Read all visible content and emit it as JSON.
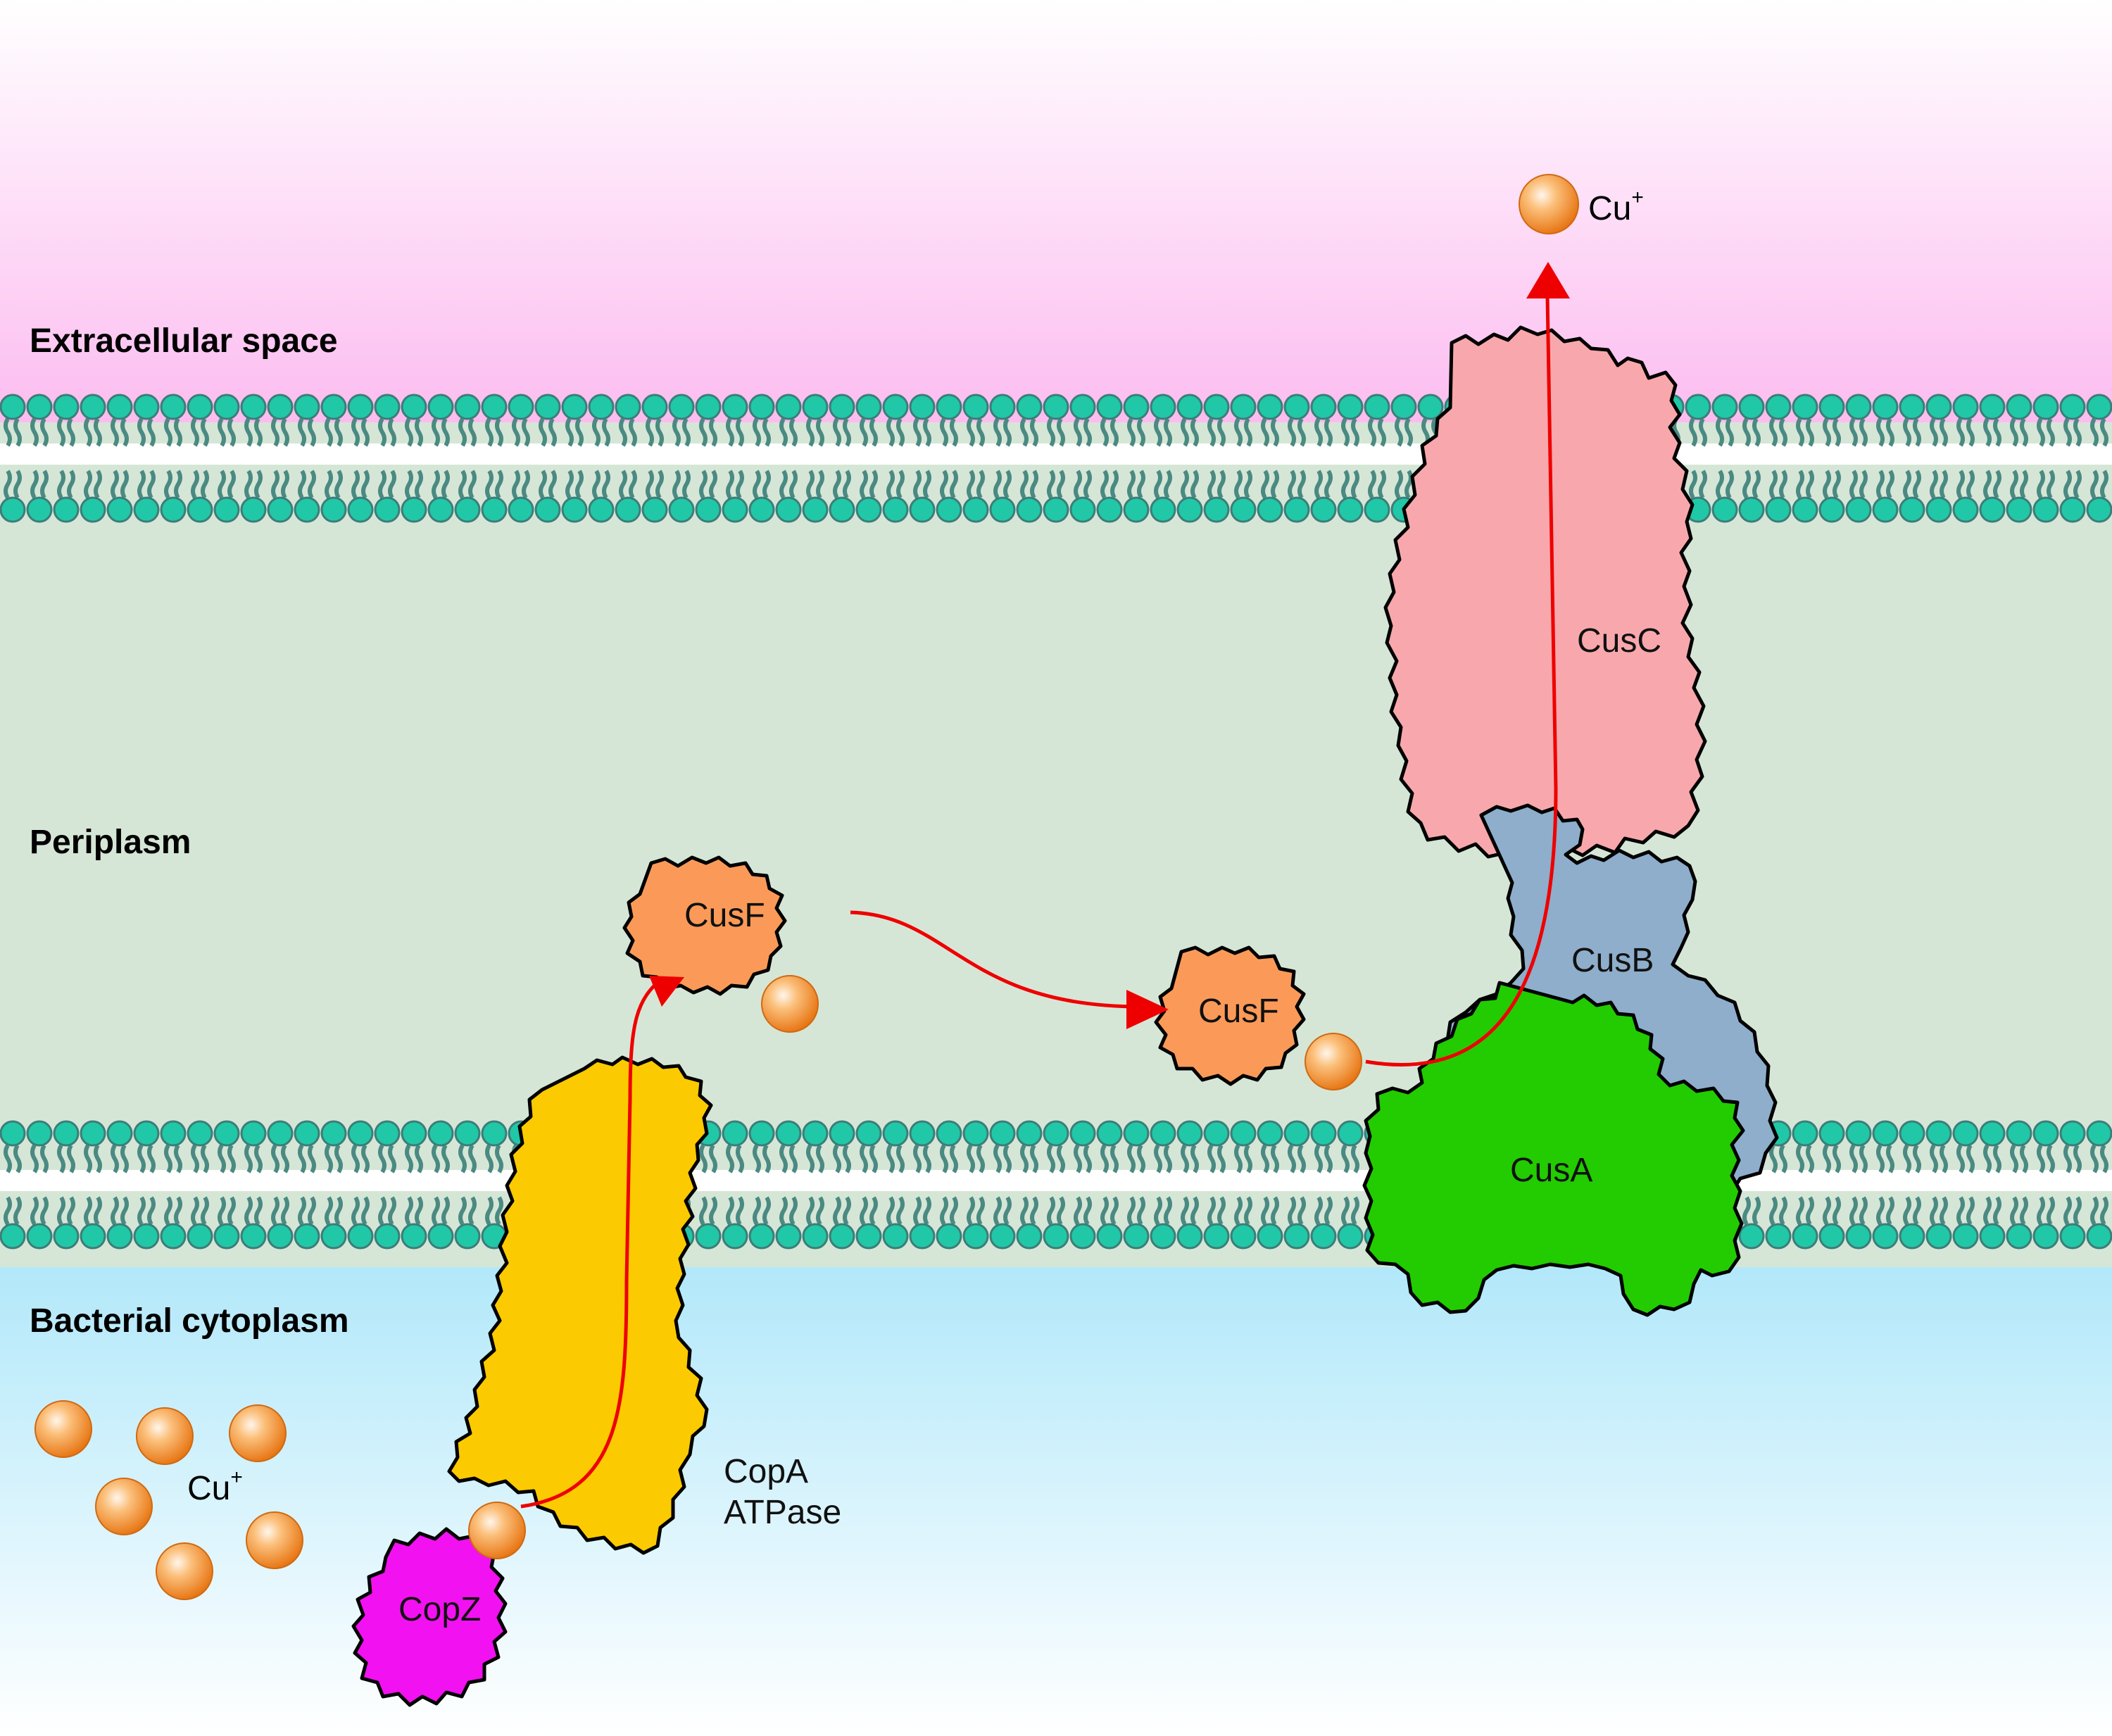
{
  "regions": {
    "extracellular": "Extracellular space",
    "periplasm": "Periplasm",
    "cytoplasm": "Bacterial cytoplasm"
  },
  "proteins": {
    "cusc": "CusC",
    "cusb": "CusB",
    "cusa": "CusA",
    "cusf_1": "CusF",
    "cusf_2": "CusF",
    "copz": "CopZ",
    "copa_line1": "CopA",
    "copa_line2": "ATPase"
  },
  "ions": {
    "symbol": "Cu",
    "charge": "+"
  },
  "colors": {
    "extracellular_top": "#ffffff",
    "extracellular_bottom": "#fcbcf0",
    "periplasm": "#d6e6d6",
    "cytoplasm_top": "#b2e8fa",
    "cytoplasm_bottom": "#ffffff",
    "lipid_head": "#20c8a8",
    "lipid_tail": "#4a8a82",
    "cusc": "#f8a8ac",
    "cusb": "#8eaecb",
    "cusa": "#22cc00",
    "cusf": "#fb9a58",
    "copz": "#f211f0",
    "copa": "#fcca00",
    "arrow": "#ee0000",
    "ion": "#f58a1e"
  },
  "icons": [
    "copper-ion-icon",
    "lipid-bilayer-icon",
    "arrow-icon"
  ]
}
